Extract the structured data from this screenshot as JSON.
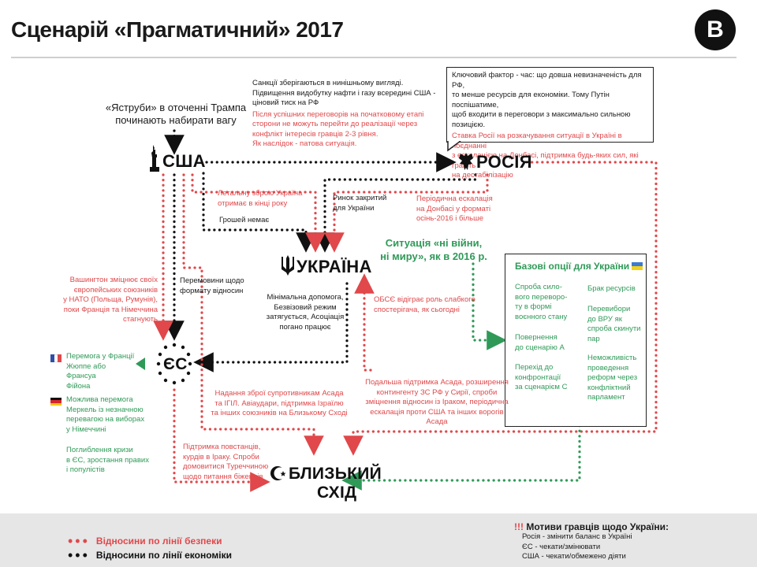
{
  "header": {
    "title": "Сценарій «Прагматичний» 2017",
    "badge": "B"
  },
  "nodes": {
    "usa": "США",
    "russia": "РОСІЯ",
    "ukraine": "УКРАЇНА",
    "eu": "ЄС",
    "middle_east_line1": "БЛИЗЬКИЙ",
    "middle_east_line2": "СХІД"
  },
  "notes": {
    "hawks": [
      "«Яструби» в оточенні Трампа",
      "починають  набирати вагу"
    ],
    "sanctions_black": [
      "Санкції зберігаються в нинішньому вигляді.",
      "Підвищення видобутку нафти і газу всередині США -",
      "ціновий тиск на РФ"
    ],
    "sanctions_red": [
      "Після успішних переговорів на початковому етапі",
      "сторони не можуть перейти до реалізації через",
      "конфлікт інтересів гравців 2-3 рівня.",
      "Як наслідок - патова ситуація."
    ],
    "callout_black": [
      "Ключовий фактор - час: що довша невизначеність для РФ,",
      "то менше ресурсів для економіки. Тому Путін поспішатиме,",
      "щоб входити в переговори з максимально сильною позицією."
    ],
    "callout_red": [
      "Ставка Росії на розкачування ситуації в Україні в поєднанні",
      "з ескалацією на Донбасі, підтримка будь-яких сил, які грають",
      "на дестабілізацію"
    ],
    "lethal_weapons": [
      "Летальну зброю Україна",
      "отримає в кінці року"
    ],
    "no_money": "Грошей немає",
    "market_closed": [
      "Ринок закритий",
      "для України"
    ],
    "periodic_escalation": [
      "Періодична ескалація",
      "на Донбасі у форматі",
      "осінь-2016 і більше"
    ],
    "no_war_no_peace": [
      "Ситуація «ні війни,",
      "ні миру», як в 2016 р."
    ],
    "washington": [
      "Вашингтон зміцнює своїх",
      "європейських союзників",
      "у НАТО (Польща, Румунія),",
      "поки Франція та Німеччина",
      "стагнують"
    ],
    "negotiations_format": [
      "Перемовини щодо",
      "формату відносин"
    ],
    "minimal_help": [
      "Мінімальна допомога,",
      "Безвізовий режим",
      "затягується, Асоціація",
      "погано працює"
    ],
    "osce": [
      "ОБСЄ відіграє роль слабкого",
      "спостерігача, як сьогодні"
    ],
    "france": [
      "Перемога у Франції",
      "Жюппе або Франсуа",
      "Фійона"
    ],
    "germany": [
      "Можлива перемога",
      "Меркель із незначною",
      "перевагою на виборах",
      "у Німеччині"
    ],
    "crisis_eu": [
      "Поглиблення кризи",
      "в ЄС, зростання правих",
      "і популістів"
    ],
    "weapons_assad": [
      "Надання зброї супротивникам Асада",
      "та ІГІЛ. Авіаудари, підтримка Ізраїлю",
      "та інших союзників на Близькому Сході"
    ],
    "support_kurds": [
      "Підтримка повстанців,",
      "курдів в Іраку. Спроби",
      "домовитися Туреччиною",
      "щодо питання біженців"
    ],
    "assad_support": [
      "Подальша підтримка Асада, розширення",
      "контингенту ЗС РФ у Сирії, спроби",
      "зміцнення відносин із Іраком, періодична",
      "ескалація проти США та інших ворогів",
      "Асада"
    ]
  },
  "options_box": {
    "title": "Базові опції для України",
    "left": [
      [
        "Спроба сило-",
        "вого переворо-",
        "ту в формі",
        "воєнного стану"
      ],
      [
        "Повернення",
        "до сценарію А"
      ],
      [
        "Перехід до",
        "конфронтації",
        "за сценарієм С"
      ]
    ],
    "right": [
      [
        "Брак ресурсів"
      ],
      [
        "Перевибори",
        "до ВРУ як",
        "спроба скинути",
        "пар"
      ],
      [
        "Неможливість",
        "проведення",
        "реформ через",
        "конфліктний",
        "парламент"
      ]
    ]
  },
  "legend": {
    "security": "Відносини по лінії безпеки",
    "economy": "Відносини по лінії економіки",
    "motives_mark": "!!!",
    "motives_title": "Мотиви гравців щодо України:",
    "motives_lines": [
      "Росія - змінити баланс в Україні",
      "ЄС - чекати/змінювати",
      "США - чекати/обмежено діяти"
    ]
  },
  "colors": {
    "security": "#e0484b",
    "economy": "#111111",
    "diplomacy": "#2f9a58",
    "legend_bg": "#e6e6e6"
  },
  "icons": [
    "statue-of-liberty-icon",
    "russian-eagle-icon",
    "ukraine-trident-icon",
    "eu-stars-icon",
    "crescent-star-icon",
    "france-flag-icon",
    "germany-flag-icon",
    "ukraine-flag-icon"
  ]
}
